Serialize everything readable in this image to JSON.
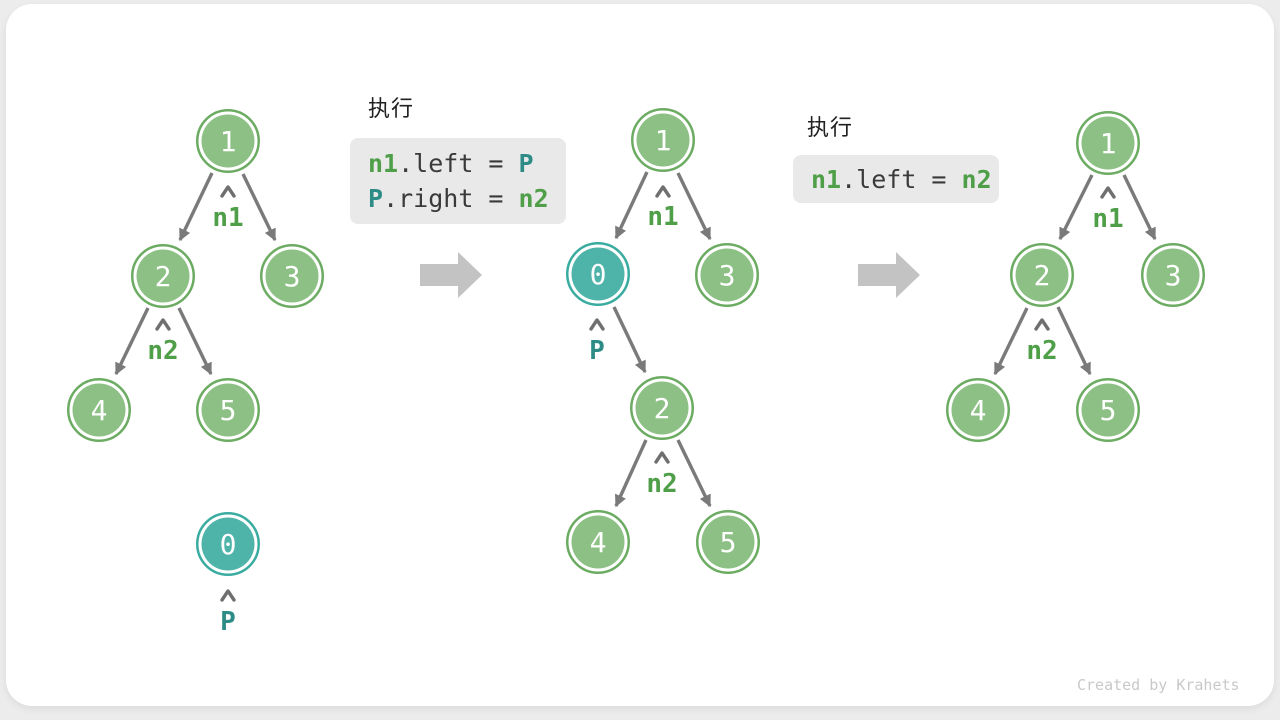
{
  "credit": "Created by Krahets",
  "colors": {
    "page_bg": "#ececec",
    "card_bg": "#ffffff",
    "node_green_fill": "#8cc084",
    "node_green_border": "#6cac62",
    "node_teal_fill": "#4eb3a8",
    "node_teal_border": "#3aaba0",
    "node_text": "#ffffff",
    "pointer_green": "#4f9e48",
    "pointer_teal": "#2e8c87",
    "edge_gray": "#7a7a7a",
    "block_arrow_gray": "#c3c3c3",
    "code_bg": "#e9e9e9",
    "code_plain": "#3a3a3a",
    "credit_gray": "#c9c9c9"
  },
  "panels": [
    {
      "title": "执行",
      "lines": [
        {
          "tokens": [
            {
              "t": "n1",
              "c": "green"
            },
            {
              "t": ".left = ",
              "c": "plain"
            },
            {
              "t": "P",
              "c": "teal"
            }
          ]
        },
        {
          "tokens": [
            {
              "t": "P",
              "c": "teal"
            },
            {
              "t": ".right = ",
              "c": "plain"
            },
            {
              "t": "n2",
              "c": "green"
            }
          ]
        }
      ]
    },
    {
      "title": "执行",
      "lines": [
        {
          "tokens": [
            {
              "t": "n1",
              "c": "green"
            },
            {
              "t": ".left = ",
              "c": "plain"
            },
            {
              "t": "n2",
              "c": "green"
            }
          ]
        }
      ]
    }
  ],
  "trees": [
    {
      "nodes": [
        {
          "value": "1"
        },
        {
          "value": "2"
        },
        {
          "value": "3"
        },
        {
          "value": "4"
        },
        {
          "value": "5"
        },
        {
          "value": "0"
        }
      ],
      "pointers": [
        {
          "label": "n1"
        },
        {
          "label": "n2"
        },
        {
          "label": "P"
        }
      ]
    },
    {
      "nodes": [
        {
          "value": "1"
        },
        {
          "value": "0"
        },
        {
          "value": "3"
        },
        {
          "value": "2"
        },
        {
          "value": "4"
        },
        {
          "value": "5"
        }
      ],
      "pointers": [
        {
          "label": "n1"
        },
        {
          "label": "P"
        },
        {
          "label": "n2"
        }
      ]
    },
    {
      "nodes": [
        {
          "value": "1"
        },
        {
          "value": "2"
        },
        {
          "value": "3"
        },
        {
          "value": "4"
        },
        {
          "value": "5"
        }
      ],
      "pointers": [
        {
          "label": "n1"
        },
        {
          "label": "n2"
        }
      ]
    }
  ]
}
